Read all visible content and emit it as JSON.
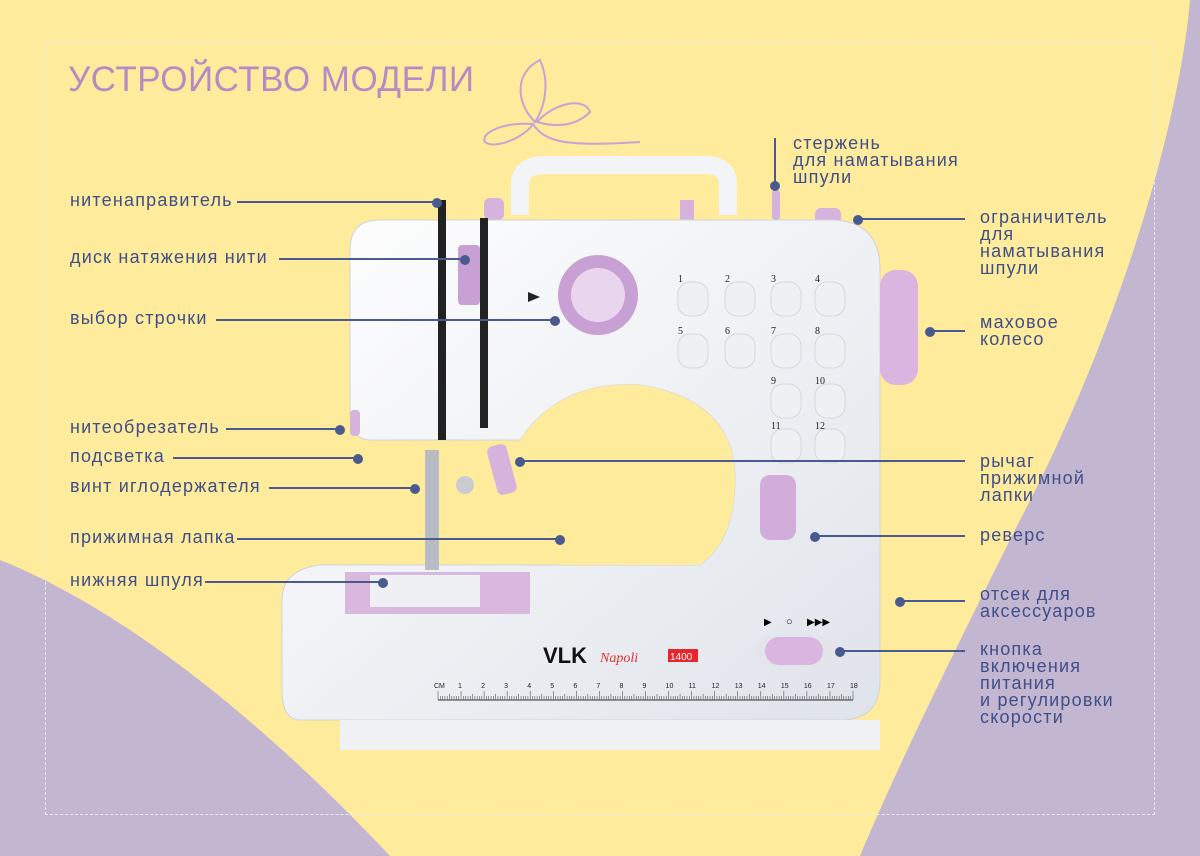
{
  "title": "УСТРОЙСТВО МОДЕЛИ",
  "colors": {
    "yellow": "#ffeb9c",
    "purple": "#c3b6d1",
    "label": "#3f4f88",
    "title": "#b48cc4",
    "accent": "#d6b3dc"
  },
  "labels_left": [
    "нитенаправитель",
    "диск натяжения нити",
    "выбор строчки",
    "нитеобрезатель",
    "подсветка",
    "винт иглодержателя",
    "прижимная лапка",
    "нижняя шпуля"
  ],
  "labels_right": {
    "bobbin_winder_spindle": [
      "стержень",
      "для наматывания",
      "шпули"
    ],
    "bobbin_winder_stopper": [
      "ограничитель",
      "для",
      "наматывания",
      "шпули"
    ],
    "handwheel": [
      "маховое",
      "колесо"
    ],
    "presser_foot_lever": [
      "рычаг",
      "прижимной",
      "лапки"
    ],
    "reverse": [
      "реверс"
    ],
    "accessory_compartment": [
      "отсек для",
      "аксессуаров"
    ],
    "power_speed_button": [
      "кнопка",
      "включения",
      "питания",
      "и регулировки",
      "скорости"
    ]
  },
  "machine": {
    "brand": "VLK",
    "model": "Napoli",
    "model_number": "1400",
    "stitch_numbers": [
      "1",
      "2",
      "3",
      "4",
      "5",
      "6",
      "7",
      "8",
      "9",
      "10",
      "11",
      "12"
    ],
    "speed_symbols": [
      "▶",
      "○",
      "▶▶▶"
    ],
    "ruler_unit": "СМ",
    "ruler_ticks": [
      "1",
      "2",
      "3",
      "4",
      "5",
      "6",
      "7",
      "8",
      "9",
      "10",
      "11",
      "12",
      "13",
      "14",
      "15",
      "16",
      "17",
      "18"
    ]
  }
}
